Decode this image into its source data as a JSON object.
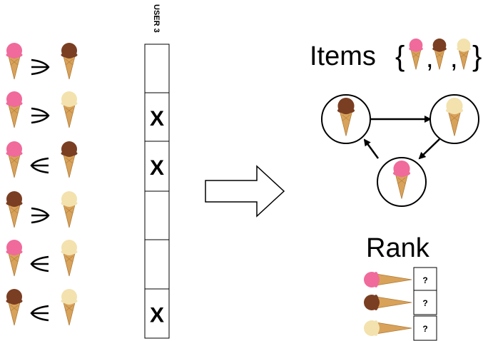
{
  "flavor_colors": {
    "strawberry": "#f06a9b",
    "chocolate": "#7a3e22",
    "vanilla": "#f3e2ae",
    "cone": "#d9a25a"
  },
  "preference_pairs": [
    {
      "left": "strawberry",
      "relation": "succ",
      "right": "chocolate"
    },
    {
      "left": "strawberry",
      "relation": "succ",
      "right": "vanilla"
    },
    {
      "left": "strawberry",
      "relation": "prec",
      "right": "chocolate"
    },
    {
      "left": "chocolate",
      "relation": "succ",
      "right": "vanilla"
    },
    {
      "left": "strawberry",
      "relation": "prec",
      "right": "vanilla"
    },
    {
      "left": "chocolate",
      "relation": "prec",
      "right": "vanilla"
    }
  ],
  "user_column": {
    "label": "USER 3",
    "cells": [
      "",
      "X",
      "X",
      "",
      "",
      "X"
    ]
  },
  "items": {
    "label": "Items",
    "open_brace": "{",
    "close_brace": "}",
    "separator": ",",
    "list": [
      "strawberry",
      "chocolate",
      "vanilla"
    ]
  },
  "graph": {
    "nodes": [
      "chocolate",
      "vanilla",
      "strawberry"
    ],
    "edges": [
      {
        "from": "chocolate",
        "to": "vanilla"
      },
      {
        "from": "vanilla",
        "to": "strawberry"
      },
      {
        "from": "strawberry",
        "to": "chocolate"
      }
    ]
  },
  "rank": {
    "title": "Rank",
    "rows": [
      {
        "flavor": "strawberry",
        "value": "?"
      },
      {
        "flavor": "chocolate",
        "value": "?"
      },
      {
        "flavor": "vanilla",
        "value": "?"
      }
    ]
  }
}
